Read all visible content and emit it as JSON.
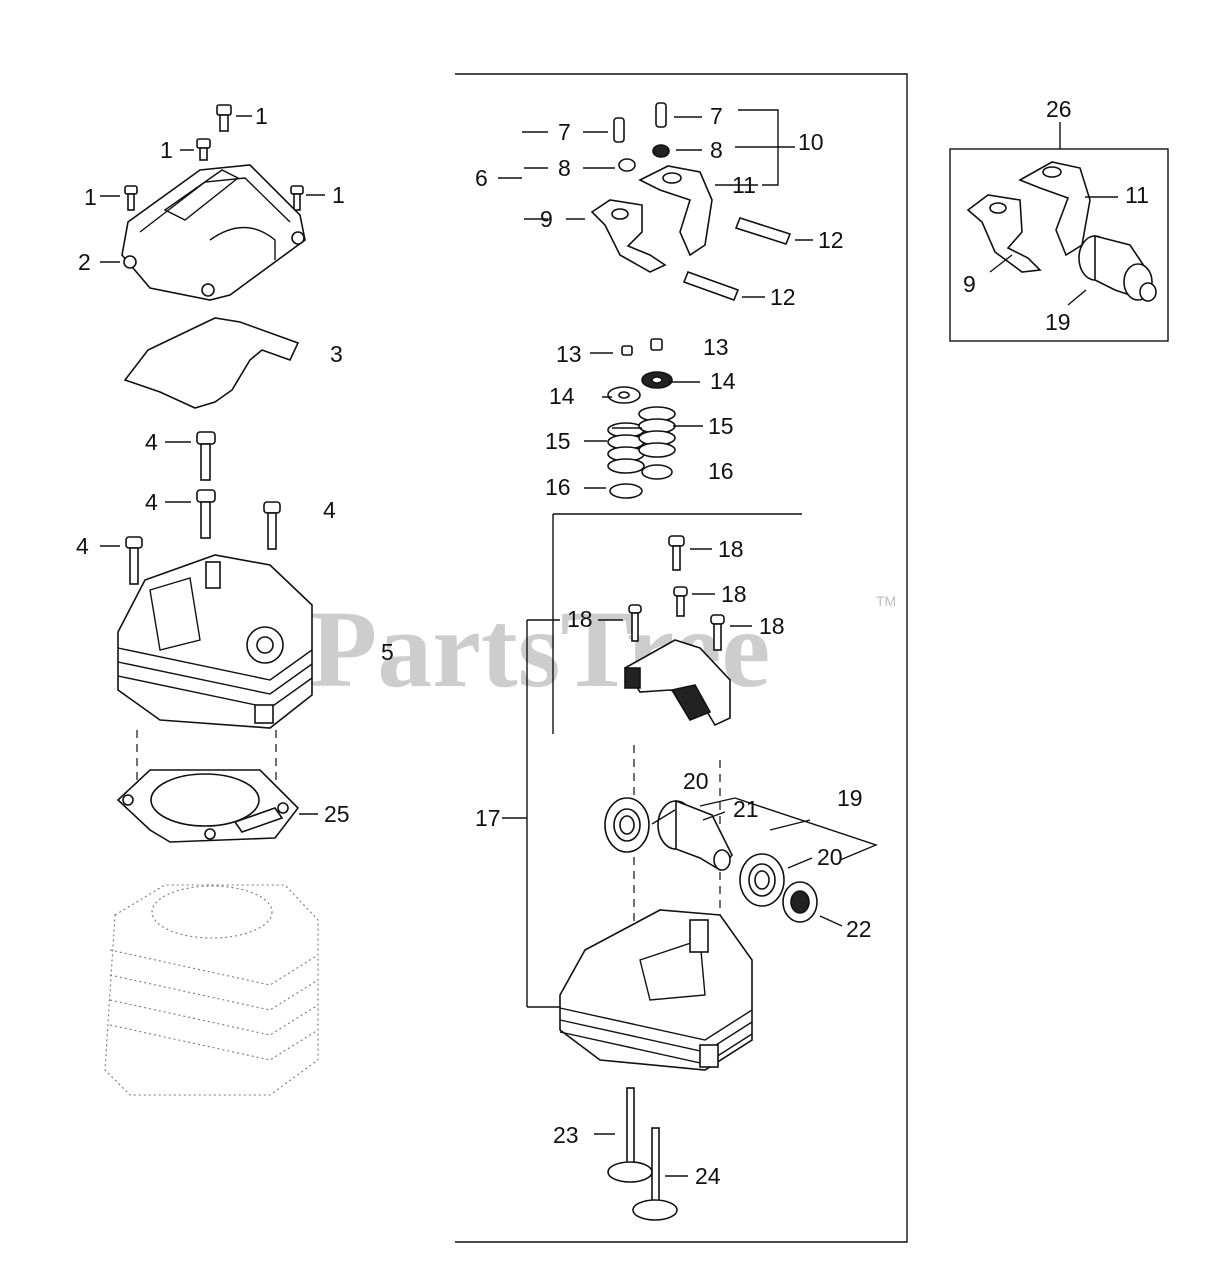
{
  "watermark": {
    "text": "PartsTree",
    "trademark": "TM"
  },
  "callouts": {
    "c1a": "1",
    "c1b": "1",
    "c1c": "1",
    "c1d": "1",
    "c2": "2",
    "c3": "3",
    "c4a": "4",
    "c4b": "4",
    "c4c": "4",
    "c4d": "4",
    "c5": "5",
    "c6": "6",
    "c7a": "7",
    "c7b": "7",
    "c8a": "8",
    "c8b": "8",
    "c9a": "9",
    "c9b": "9",
    "c10": "10",
    "c11a": "11",
    "c11b": "11",
    "c12a": "12",
    "c12b": "12",
    "c13a": "13",
    "c13b": "13",
    "c14a": "14",
    "c14b": "14",
    "c15a": "15",
    "c15b": "15",
    "c16a": "16",
    "c16b": "16",
    "c17": "17",
    "c18a": "18",
    "c18b": "18",
    "c18c": "18",
    "c18d": "18",
    "c19a": "19",
    "c19b": "19",
    "c20a": "20",
    "c20b": "20",
    "c21": "21",
    "c22": "22",
    "c23": "23",
    "c24": "24",
    "c25": "25",
    "c26": "26"
  }
}
